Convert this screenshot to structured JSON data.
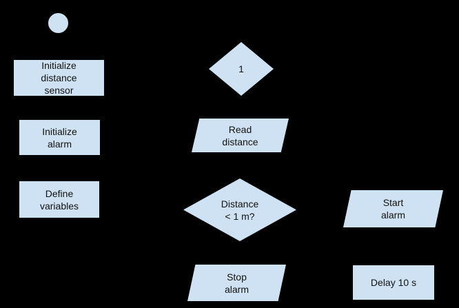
{
  "theme": {
    "background": "#000000",
    "shape_fill": "#cfe2f3",
    "shape_stroke": "#000000",
    "text_color": "#111111"
  },
  "flowchart": {
    "nodes": {
      "start": {
        "type": "start-terminator",
        "label": ""
      },
      "init_sensor": {
        "type": "process",
        "label": "Initialize\ndistance\nsensor"
      },
      "init_alarm": {
        "type": "process",
        "label": "Initialize\nalarm"
      },
      "define_vars": {
        "type": "process",
        "label": "Define\nvariables"
      },
      "connector1": {
        "type": "off-page-connector",
        "label": "1"
      },
      "read_distance": {
        "type": "input-output",
        "label": "Read\ndistance"
      },
      "decision": {
        "type": "decision",
        "label": "Distance\n< 1 m?"
      },
      "start_alarm": {
        "type": "input-output",
        "label": "Start\nalarm"
      },
      "stop_alarm": {
        "type": "input-output",
        "label": "Stop\nalarm"
      },
      "delay": {
        "type": "process",
        "label": "Delay 10 s"
      }
    }
  }
}
